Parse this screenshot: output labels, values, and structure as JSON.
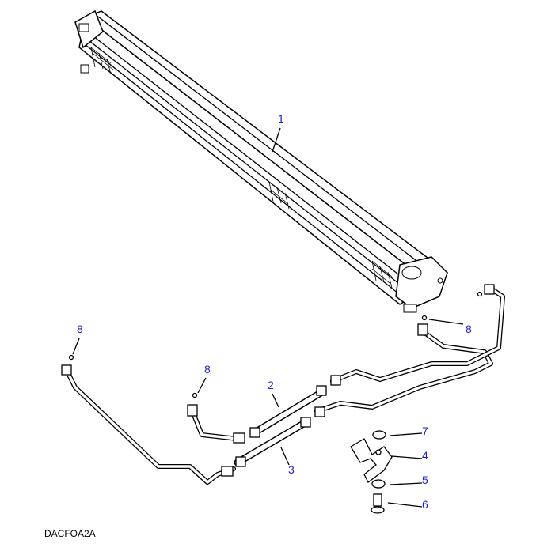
{
  "diagram": {
    "code": "DACFOA2A",
    "callouts": [
      {
        "id": "c1",
        "text": "1"
      },
      {
        "id": "c2",
        "text": "2"
      },
      {
        "id": "c3",
        "text": "3"
      },
      {
        "id": "c4",
        "text": "4"
      },
      {
        "id": "c5",
        "text": "5"
      },
      {
        "id": "c6",
        "text": "6"
      },
      {
        "id": "c7",
        "text": "7"
      },
      {
        "id": "c8a",
        "text": "8"
      },
      {
        "id": "c8b",
        "text": "8"
      },
      {
        "id": "c8c",
        "text": "8"
      }
    ],
    "label_color": "#1f22c4"
  }
}
